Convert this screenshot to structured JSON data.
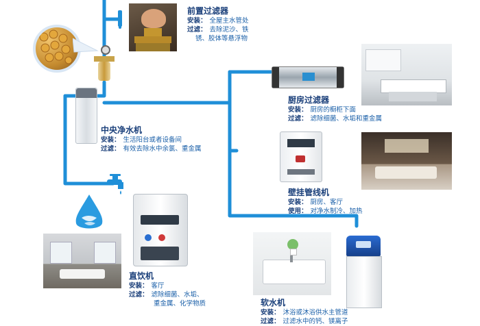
{
  "pre_filter": {
    "title": "前置过滤器",
    "install_key": "安装：",
    "install_val": "全屋主水管处",
    "filter_key": "过滤：",
    "filter_val_1": "去除泥沙、铁",
    "filter_val_2": "锈、胶体等悬浮物"
  },
  "kitchen_filter": {
    "title": "厨房过滤器",
    "install_key": "安装：",
    "install_val": "厨房的橱柜下面",
    "filter_key": "过滤：",
    "filter_val": "滤除细菌、水垢和重金属"
  },
  "central_purifier": {
    "title": "中央净水机",
    "install_key": "安装：",
    "install_val": "生活阳台或者设备间",
    "filter_key": "过滤：",
    "filter_val": "有效去除水中余氯、重金属"
  },
  "wall_pipeline": {
    "title": "壁挂管线机",
    "install_key": "安装：",
    "install_val": "厨房、客厅",
    "use_key": "使用：",
    "use_val": "对净水制冷、加热"
  },
  "direct_drinker": {
    "title": "直饮机",
    "install_key": "安装：",
    "install_val": "客厅",
    "filter_key": "过滤：",
    "filter_val_1": "滤除细菌、水垢、",
    "filter_val_2": "重金属、化学物质"
  },
  "softener": {
    "title": "软水机",
    "install_key": "安装：",
    "install_val": "沐浴或沐浴供水主管道",
    "filter_key": "过滤：",
    "filter_val": "过滤水中的钙、镁离子"
  },
  "colors": {
    "pipe": "#1f8fd8",
    "text": "#1a5fa8",
    "title": "#1a3f7a"
  }
}
